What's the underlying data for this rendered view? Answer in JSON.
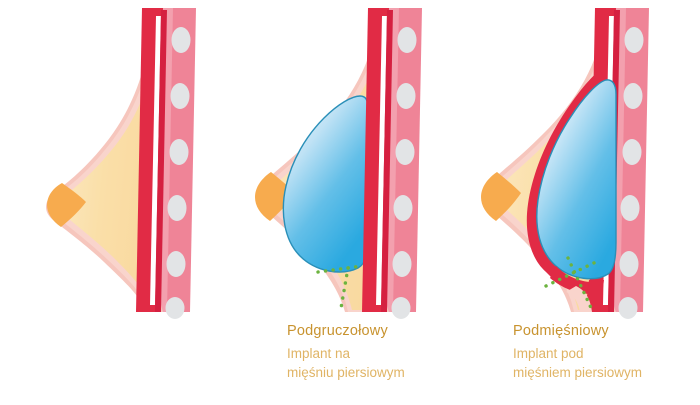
{
  "figure": {
    "type": "medical-illustration",
    "subject": "breast-implant-placement-comparison",
    "background_color": "#ffffff",
    "panel_count": 3
  },
  "palette": {
    "skin": "#f9d4cc",
    "skin_edge": "#f6c6bd",
    "gland": "#fadfa8",
    "gland_light": "#fce7bf",
    "nipple": "#f7ab4e",
    "muscle": "#e12b45",
    "muscle_dark": "#d52040",
    "fascia_white": "#ffffff",
    "ribcage": "#ef8497",
    "ribcage_light": "#f3a0ae",
    "rib_bone": "#e2e4e6",
    "implant_top": "#e2f1fb",
    "implant_bottom": "#35aee2",
    "implant_outline": "#2a8fb8",
    "incision_green": "#6cb33f",
    "title_text": "#c8932f",
    "body_text": "#e0b465"
  },
  "panels": [
    {
      "id": "panel-normal",
      "index": 0,
      "name": "normal-breast-anatomy",
      "has_implant": false,
      "has_incision_marker": false,
      "caption": null,
      "layers": [
        "skin",
        "glandular-tissue",
        "nipple",
        "pectoral-muscle",
        "ribcage"
      ]
    },
    {
      "id": "panel-subglandular",
      "index": 1,
      "name": "subglandular-placement",
      "has_implant": true,
      "implant_position": "in-front-of-pectoral-muscle",
      "has_incision_marker": true,
      "caption": {
        "title": "Podgruczołowy",
        "line1": "Implant na",
        "line2": "mięśniu piersiowym"
      },
      "layers": [
        "skin",
        "glandular-tissue",
        "nipple",
        "implant",
        "pectoral-muscle",
        "ribcage"
      ]
    },
    {
      "id": "panel-submuscular",
      "index": 2,
      "name": "submuscular-placement",
      "has_implant": true,
      "implant_position": "behind-pectoral-muscle",
      "has_incision_marker": true,
      "caption": {
        "title": "Podmięśniowy",
        "line1": "Implant pod",
        "line2": "mięśniem piersiowym"
      },
      "layers": [
        "skin",
        "glandular-tissue",
        "nipple",
        "pectoral-muscle",
        "implant",
        "ribcage"
      ]
    }
  ],
  "ribs": {
    "count": 6,
    "shape": "oval",
    "color": "#e2e4e6"
  }
}
